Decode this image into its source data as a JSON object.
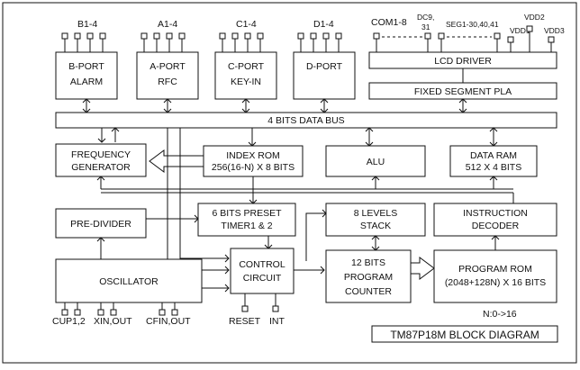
{
  "diagram": {
    "title": "TM87P18M BLOCK DIAGRAM",
    "note": "N:0->16",
    "blocks": {
      "b_port": [
        "B-PORT",
        "ALARM"
      ],
      "a_port": [
        "A-PORT",
        "RFC"
      ],
      "c_port": [
        "C-PORT",
        "KEY-IN"
      ],
      "d_port": [
        "D-PORT"
      ],
      "lcd_driver": [
        "LCD DRIVER"
      ],
      "fixed_segment_pla": [
        "FIXED SEGMENT PLA"
      ],
      "data_bus": [
        "4 BITS DATA BUS"
      ],
      "frequency_generator": [
        "FREQUENCY",
        "GENERATOR"
      ],
      "index_rom": [
        "INDEX ROM",
        "256(16-N) X 8 BITS"
      ],
      "alu": [
        "ALU"
      ],
      "data_ram": [
        "DATA RAM",
        "512 X 4 BITS"
      ],
      "pre_divider": [
        "PRE-DIVIDER"
      ],
      "timer": [
        "6 BITS PRESET",
        "TIMER1 & 2"
      ],
      "stack": [
        "8 LEVELS",
        "STACK"
      ],
      "instruction_decoder": [
        "INSTRUCTION",
        "DECODER"
      ],
      "oscillator": [
        "OSCILLATOR"
      ],
      "control_circuit": [
        "CONTROL",
        "CIRCUIT"
      ],
      "program_counter": [
        "12 BITS",
        "PROGRAM",
        "COUNTER"
      ],
      "program_rom": [
        "PROGRAM ROM",
        "(2048+128N) X 16 BITS"
      ]
    },
    "pins": {
      "b": "B1-4",
      "a": "A1-4",
      "c": "C1-4",
      "d": "D1-4",
      "com": "COM1-8",
      "dc9_top": "DC9,",
      "dc9_bottom": "31",
      "seg": "SEG1-30,40,41",
      "vdd2": "VDD2",
      "vdd1": "VDD1",
      "vdd3": "VDD3",
      "cup": "CUP1,2",
      "xin": "XIN,OUT",
      "cfin": "CFIN,OUT",
      "reset": "RESET",
      "int": "INT"
    }
  }
}
